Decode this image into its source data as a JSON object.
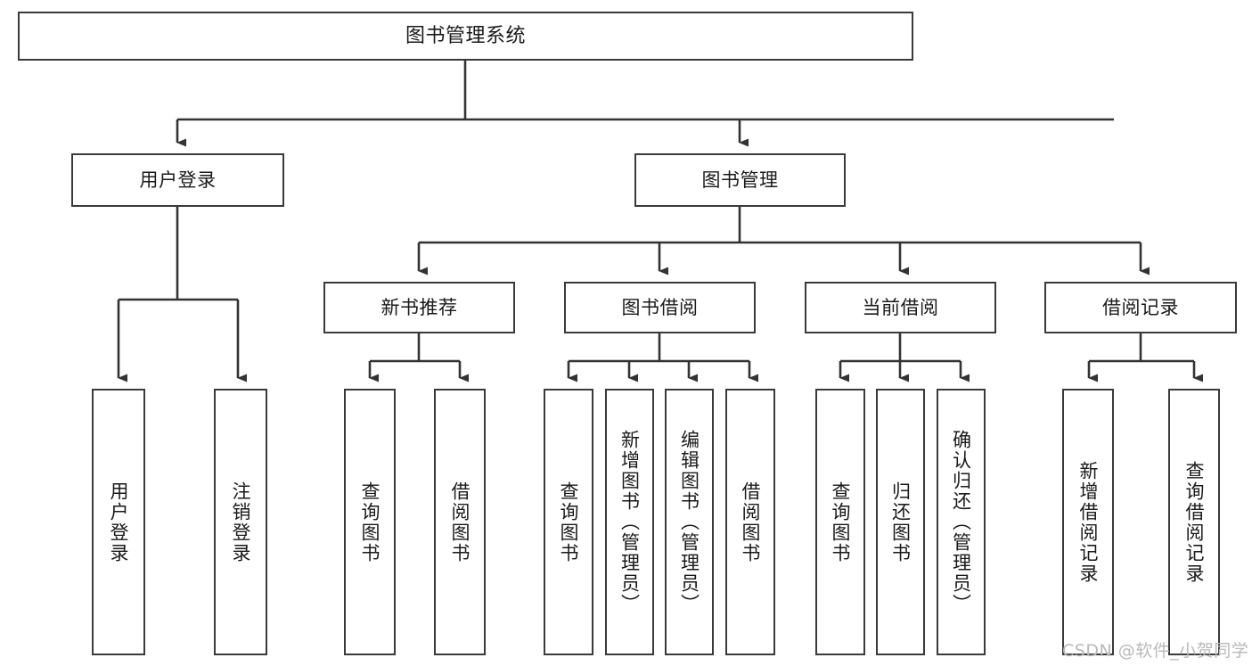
{
  "diagram": {
    "title": "图书管理系统",
    "type": "tree-hierarchy",
    "nodes": {
      "root": {
        "label": "图书管理系统"
      },
      "level2": [
        {
          "id": "user-login",
          "label": "用户登录"
        },
        {
          "id": "book-manage",
          "label": "图书管理"
        }
      ],
      "level3": [
        {
          "id": "new-book-rec",
          "label": "新书推荐"
        },
        {
          "id": "book-borrow",
          "label": "图书借阅"
        },
        {
          "id": "current-borrow",
          "label": "当前借阅"
        },
        {
          "id": "borrow-record",
          "label": "借阅记录"
        }
      ],
      "leaves": {
        "user_login": [
          {
            "id": "leaf-user-login",
            "label": "用户登录"
          },
          {
            "id": "leaf-logout",
            "label": "注销登录"
          }
        ],
        "new_book_rec": [
          {
            "id": "leaf-query-book-1",
            "label": "查询图书"
          },
          {
            "id": "leaf-borrow-book-1",
            "label": "借阅图书"
          }
        ],
        "book_borrow": [
          {
            "id": "leaf-query-book-2",
            "label": "查询图书"
          },
          {
            "id": "leaf-add-book",
            "label": "新增图书（管理员）"
          },
          {
            "id": "leaf-edit-book",
            "label": "编辑图书（管理员）"
          },
          {
            "id": "leaf-borrow-book-2",
            "label": "借阅图书"
          }
        ],
        "current_borrow": [
          {
            "id": "leaf-query-book-3",
            "label": "查询图书"
          },
          {
            "id": "leaf-return-book",
            "label": "归还图书"
          },
          {
            "id": "leaf-confirm-return",
            "label": "确认归还（管理员）"
          }
        ],
        "borrow_record": [
          {
            "id": "leaf-add-record",
            "label": "新增借阅记录"
          },
          {
            "id": "leaf-query-record",
            "label": "查询借阅记录"
          }
        ]
      }
    },
    "colors": {
      "box_border": "#3a3a3a",
      "box_fill": "#ffffff",
      "connector": "#333333",
      "text": "#1a1a1a",
      "background": "#ffffff",
      "watermark": "#b9b9b9"
    }
  },
  "watermark": {
    "text": "CSDN @软件_小贺同学"
  }
}
